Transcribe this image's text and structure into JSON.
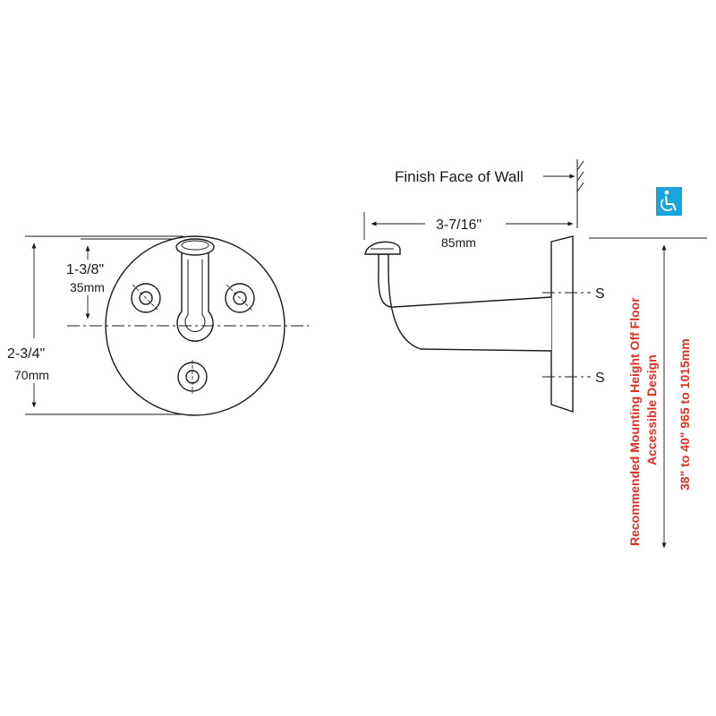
{
  "front_view": {
    "overall_height": {
      "imperial": "2-3/4\"",
      "metric": "70mm"
    },
    "hook_to_center": {
      "imperial": "1-3/8\"",
      "metric": "35mm"
    }
  },
  "side_view": {
    "wall_label": "Finish Face of Wall",
    "projection": {
      "imperial": "3-7/16\"",
      "metric": "85mm"
    },
    "screw_marks": [
      "S",
      "S"
    ]
  },
  "mounting": {
    "line1": "Recommended Mounting Height Off Floor",
    "line2": "Accessible Design",
    "height": "38\" to 40\"   965 to 1015mm"
  },
  "icons": {
    "accessibility": "wheelchair-icon"
  },
  "colors": {
    "ink": "#1a1a1a",
    "accent": "#e0301e",
    "badge": "#1aa3dc"
  }
}
